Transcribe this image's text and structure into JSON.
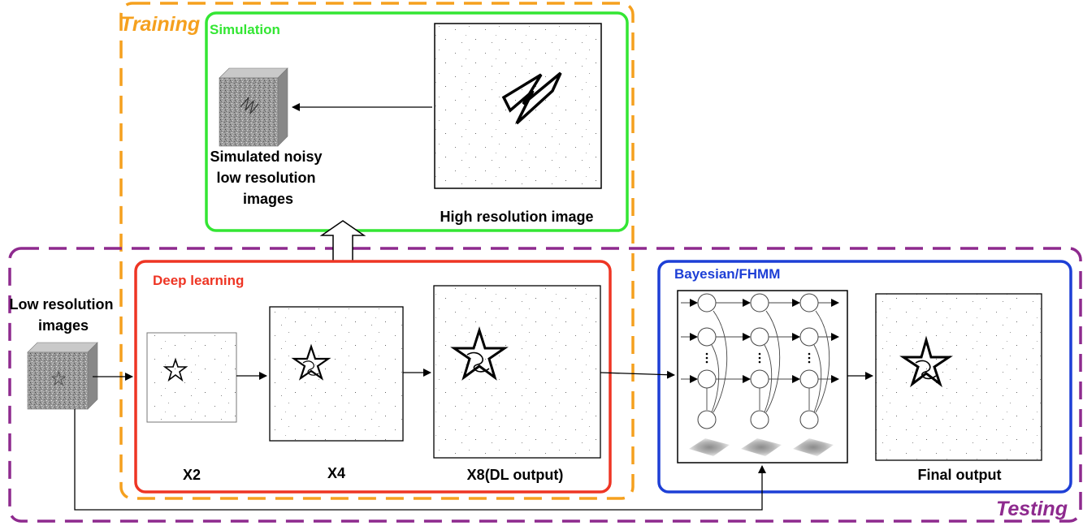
{
  "regions": {
    "training": "Training",
    "testing": "Testing"
  },
  "simulation": {
    "title": "Simulation",
    "noisy_label_line1": "Simulated noisy",
    "noisy_label_line2": "low resolution",
    "noisy_label_line3": "images",
    "high_res_label": "High resolution image"
  },
  "input": {
    "label_line1": "Low resolution",
    "label_line2": "images"
  },
  "deep_learning": {
    "title": "Deep learning",
    "x2": "X2",
    "x4": "X4",
    "x8": "X8(DL output)"
  },
  "bayesian": {
    "title": "Bayesian/FHMM",
    "final_output": "Final output"
  },
  "colors": {
    "training": "#f5a01e",
    "testing": "#8e2a8e",
    "simulation": "#33e633",
    "deep_learning": "#ee3524",
    "bayesian": "#1d3fd6"
  },
  "icons": {
    "bidirectional_arrow": "double-headed-vertical-arrow",
    "zigzag": "lightning-zigzag-shape",
    "star": "star-shape"
  }
}
